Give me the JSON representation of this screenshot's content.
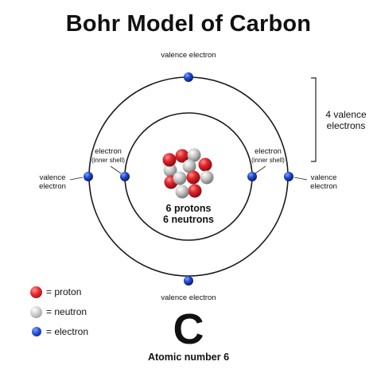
{
  "title": "Bohr Model of Carbon",
  "labels": {
    "valence_top": "valence electron",
    "valence_bottom": "valence electron",
    "valence_left": "valence\nelectron",
    "valence_right": "valence\nelectron",
    "inner_left_main": "electron",
    "inner_left_sub": "(inner shell)",
    "inner_right_main": "electron",
    "inner_right_sub": "(inner shell)",
    "valence_count": "4 valence\nelectrons"
  },
  "nucleus": {
    "protons_text": "6 protons",
    "neutrons_text": "6 neutrons"
  },
  "legend": [
    {
      "label": "= proton",
      "icon": "proton"
    },
    {
      "label": "= neutron",
      "icon": "neutron"
    },
    {
      "label": "= electron",
      "icon": "electron"
    }
  ],
  "element": {
    "symbol": "C",
    "atomic_number_text": "Atomic number 6"
  },
  "colors": {
    "proton": "#d8262b",
    "neutron": "#bdbdbd",
    "electron": "#1f44c8",
    "orbit": "#1a1a1a"
  }
}
